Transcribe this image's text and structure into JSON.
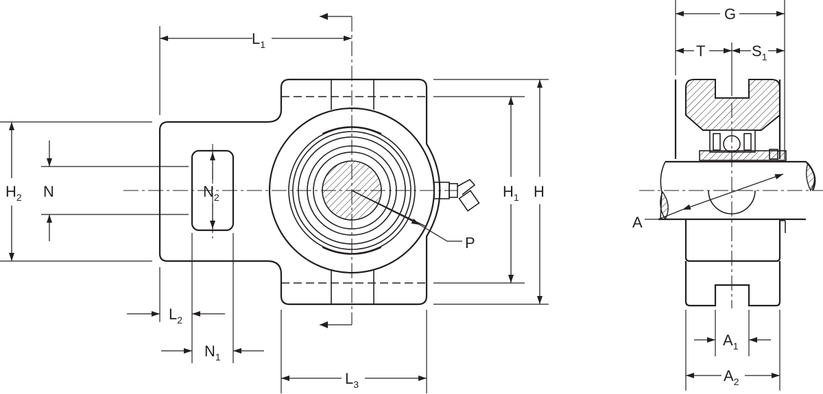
{
  "diagram": {
    "labels": {
      "L1": {
        "main": "L",
        "sub": "1"
      },
      "L2": {
        "main": "L",
        "sub": "2"
      },
      "L3": {
        "main": "L",
        "sub": "3"
      },
      "N": {
        "main": "N",
        "sub": ""
      },
      "N1": {
        "main": "N",
        "sub": "1"
      },
      "N2": {
        "main": "N",
        "sub": "2"
      },
      "H": {
        "main": "H",
        "sub": ""
      },
      "H1": {
        "main": "H",
        "sub": "1"
      },
      "H2": {
        "main": "H",
        "sub": "2"
      },
      "P": {
        "main": "P",
        "sub": ""
      },
      "G": {
        "main": "G",
        "sub": ""
      },
      "T": {
        "main": "T",
        "sub": ""
      },
      "S1": {
        "main": "S",
        "sub": "1"
      },
      "A": {
        "main": "A",
        "sub": ""
      },
      "A1": {
        "main": "A",
        "sub": "1"
      },
      "A2": {
        "main": "A",
        "sub": "2"
      }
    },
    "colors": {
      "ink": "#231f20",
      "paper": "#ffffff"
    }
  }
}
